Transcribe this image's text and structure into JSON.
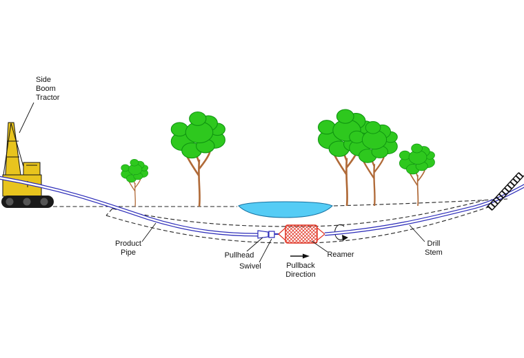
{
  "figure": {
    "type": "technical-diagram",
    "subject": "Horizontal directional drilling pipeline pullback cross-section",
    "labels": {
      "tractor": [
        "Side",
        "Boom",
        "Tractor"
      ],
      "product_pipe": [
        "Product",
        "Pipe"
      ],
      "pullhead": "Pullhead",
      "swivel": "Swivel",
      "pullback": [
        "Pullback",
        "Direction"
      ],
      "reamer": "Reamer",
      "drill_stem": [
        "Drill",
        "Stem"
      ]
    },
    "colors": {
      "pipe": "#2929b8",
      "reamer": "#e03020",
      "water": "#55ccf5",
      "water_edge": "#1470a0",
      "foliage": "#2ec81e",
      "foliage_dark": "#0f9410",
      "trunk": "#b06a38",
      "machine": "#e8c41e",
      "line": "#1a1a1a"
    }
  }
}
